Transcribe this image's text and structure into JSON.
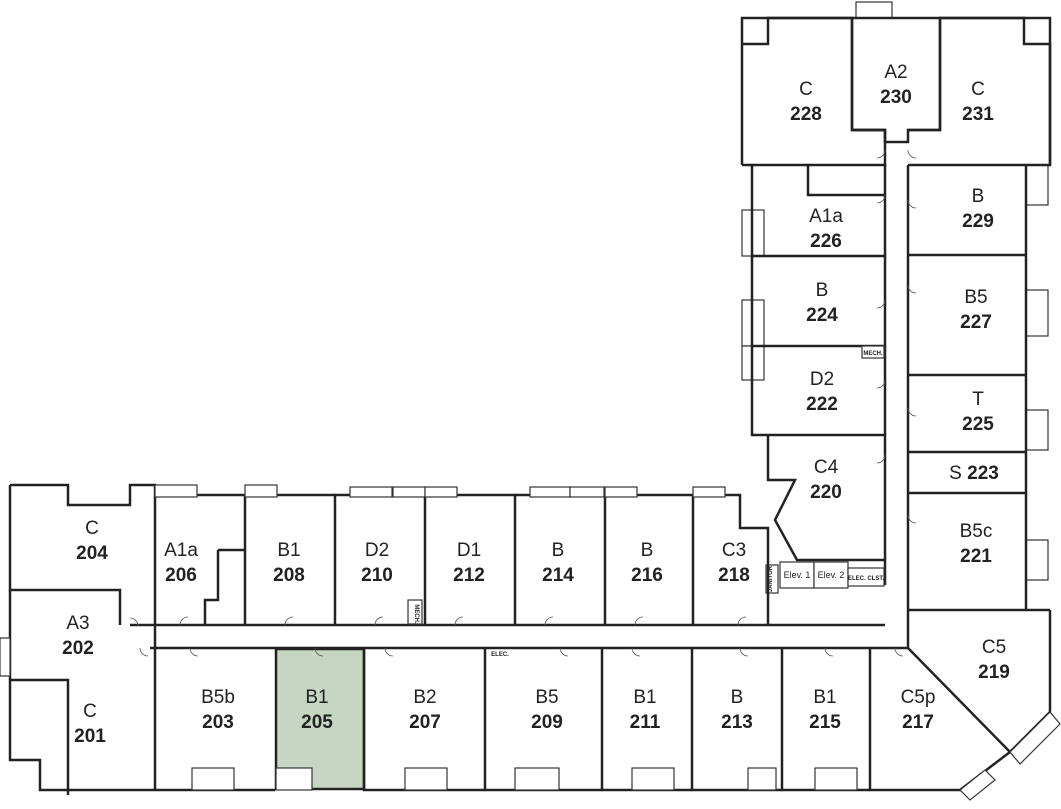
{
  "colors": {
    "wall": "#222222",
    "highlight": "#c6d6c3",
    "background": "#ffffff"
  },
  "highlighted_unit": "205",
  "units": [
    {
      "id": "u230",
      "type": "A2",
      "number": "230"
    },
    {
      "id": "u228",
      "type": "C",
      "number": "228"
    },
    {
      "id": "u231",
      "type": "C",
      "number": "231"
    },
    {
      "id": "u226",
      "type": "A1a",
      "number": "226"
    },
    {
      "id": "u229",
      "type": "B",
      "number": "229"
    },
    {
      "id": "u224",
      "type": "B",
      "number": "224"
    },
    {
      "id": "u227",
      "type": "B5",
      "number": "227"
    },
    {
      "id": "u222",
      "type": "D2",
      "number": "222"
    },
    {
      "id": "u225",
      "type": "T",
      "number": "225"
    },
    {
      "id": "u223",
      "type": "S",
      "number": "223"
    },
    {
      "id": "u220",
      "type": "C4",
      "number": "220"
    },
    {
      "id": "u221",
      "type": "B5c",
      "number": "221"
    },
    {
      "id": "u219",
      "type": "C5",
      "number": "219"
    },
    {
      "id": "u204",
      "type": "C",
      "number": "204"
    },
    {
      "id": "u206",
      "type": "A1a",
      "number": "206"
    },
    {
      "id": "u208",
      "type": "B1",
      "number": "208"
    },
    {
      "id": "u210",
      "type": "D2",
      "number": "210"
    },
    {
      "id": "u212",
      "type": "D1",
      "number": "212"
    },
    {
      "id": "u214",
      "type": "B",
      "number": "214"
    },
    {
      "id": "u216",
      "type": "B",
      "number": "216"
    },
    {
      "id": "u218",
      "type": "C3",
      "number": "218"
    },
    {
      "id": "u202",
      "type": "A3",
      "number": "202"
    },
    {
      "id": "u201",
      "type": "C",
      "number": "201"
    },
    {
      "id": "u203",
      "type": "B5b",
      "number": "203"
    },
    {
      "id": "u205",
      "type": "B1",
      "number": "205"
    },
    {
      "id": "u207",
      "type": "B2",
      "number": "207"
    },
    {
      "id": "u209",
      "type": "B5",
      "number": "209"
    },
    {
      "id": "u211",
      "type": "B1",
      "number": "211"
    },
    {
      "id": "u213",
      "type": "B",
      "number": "213"
    },
    {
      "id": "u215",
      "type": "B1",
      "number": "215"
    },
    {
      "id": "u217",
      "type": "C5p",
      "number": "217"
    }
  ],
  "labels": {
    "elev1": "Elev. 1",
    "elev2": "Elev. 2",
    "elec_closet": "ELEC. CLST.",
    "mech": "MECH.",
    "elec": "ELEC.",
    "mech_small": "MECH.",
    "janitor": "JANITOR"
  }
}
